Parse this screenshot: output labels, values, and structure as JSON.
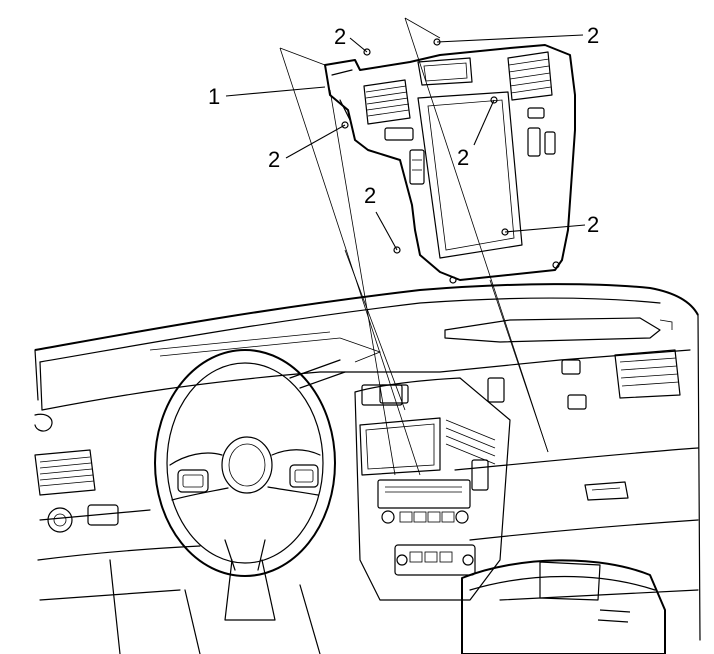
{
  "diagram": {
    "callouts": [
      {
        "id": "c1",
        "label": "1"
      },
      {
        "id": "c2a",
        "label": "2"
      },
      {
        "id": "c2b",
        "label": "2"
      },
      {
        "id": "c2c",
        "label": "2"
      },
      {
        "id": "c2d",
        "label": "2"
      },
      {
        "id": "c2e",
        "label": "2"
      },
      {
        "id": "c2f",
        "label": "2"
      }
    ]
  }
}
